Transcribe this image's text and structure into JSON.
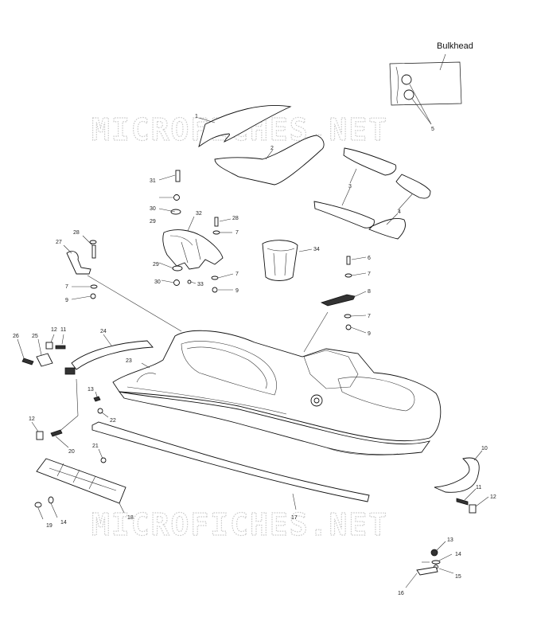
{
  "title": "Bulkhead",
  "watermarks": [
    "MICROFICHES.NET",
    "MICROFICHES.NET"
  ],
  "callouts": [
    {
      "id": "c1",
      "label": "1"
    },
    {
      "id": "c2",
      "label": "2"
    },
    {
      "id": "c3",
      "label": "3"
    },
    {
      "id": "c4",
      "label": "4"
    },
    {
      "id": "c5",
      "label": "5"
    },
    {
      "id": "c6",
      "label": "6"
    },
    {
      "id": "c7a",
      "label": "7"
    },
    {
      "id": "c7b",
      "label": "7"
    },
    {
      "id": "c7c",
      "label": "7"
    },
    {
      "id": "c7d",
      "label": "7"
    },
    {
      "id": "c7e",
      "label": "7"
    },
    {
      "id": "c8",
      "label": "8"
    },
    {
      "id": "c9a",
      "label": "9"
    },
    {
      "id": "c9b",
      "label": "9"
    },
    {
      "id": "c9c",
      "label": "9"
    },
    {
      "id": "c10",
      "label": "10"
    },
    {
      "id": "c11a",
      "label": "11"
    },
    {
      "id": "c11b",
      "label": "11"
    },
    {
      "id": "c12a",
      "label": "12"
    },
    {
      "id": "c12b",
      "label": "12"
    },
    {
      "id": "c12c",
      "label": "12"
    },
    {
      "id": "c13a",
      "label": "13"
    },
    {
      "id": "c13b",
      "label": "13"
    },
    {
      "id": "c14a",
      "label": "14"
    },
    {
      "id": "c14b",
      "label": "14"
    },
    {
      "id": "c15",
      "label": "15"
    },
    {
      "id": "c16",
      "label": "16"
    },
    {
      "id": "c17",
      "label": "17"
    },
    {
      "id": "c18",
      "label": "18"
    },
    {
      "id": "c19",
      "label": "19"
    },
    {
      "id": "c20",
      "label": "20"
    },
    {
      "id": "c21",
      "label": "21"
    },
    {
      "id": "c22",
      "label": "22"
    },
    {
      "id": "c23",
      "label": "23"
    },
    {
      "id": "c24",
      "label": "24"
    },
    {
      "id": "c25",
      "label": "25"
    },
    {
      "id": "c26",
      "label": "26"
    },
    {
      "id": "c27",
      "label": "27"
    },
    {
      "id": "c28a",
      "label": "28"
    },
    {
      "id": "c28b",
      "label": "28"
    },
    {
      "id": "c29a",
      "label": "29"
    },
    {
      "id": "c29b",
      "label": "29"
    },
    {
      "id": "c30a",
      "label": "30"
    },
    {
      "id": "c30b",
      "label": "30"
    },
    {
      "id": "c31",
      "label": "31"
    },
    {
      "id": "c32",
      "label": "32"
    },
    {
      "id": "c33",
      "label": "33"
    },
    {
      "id": "c34",
      "label": "34"
    }
  ]
}
